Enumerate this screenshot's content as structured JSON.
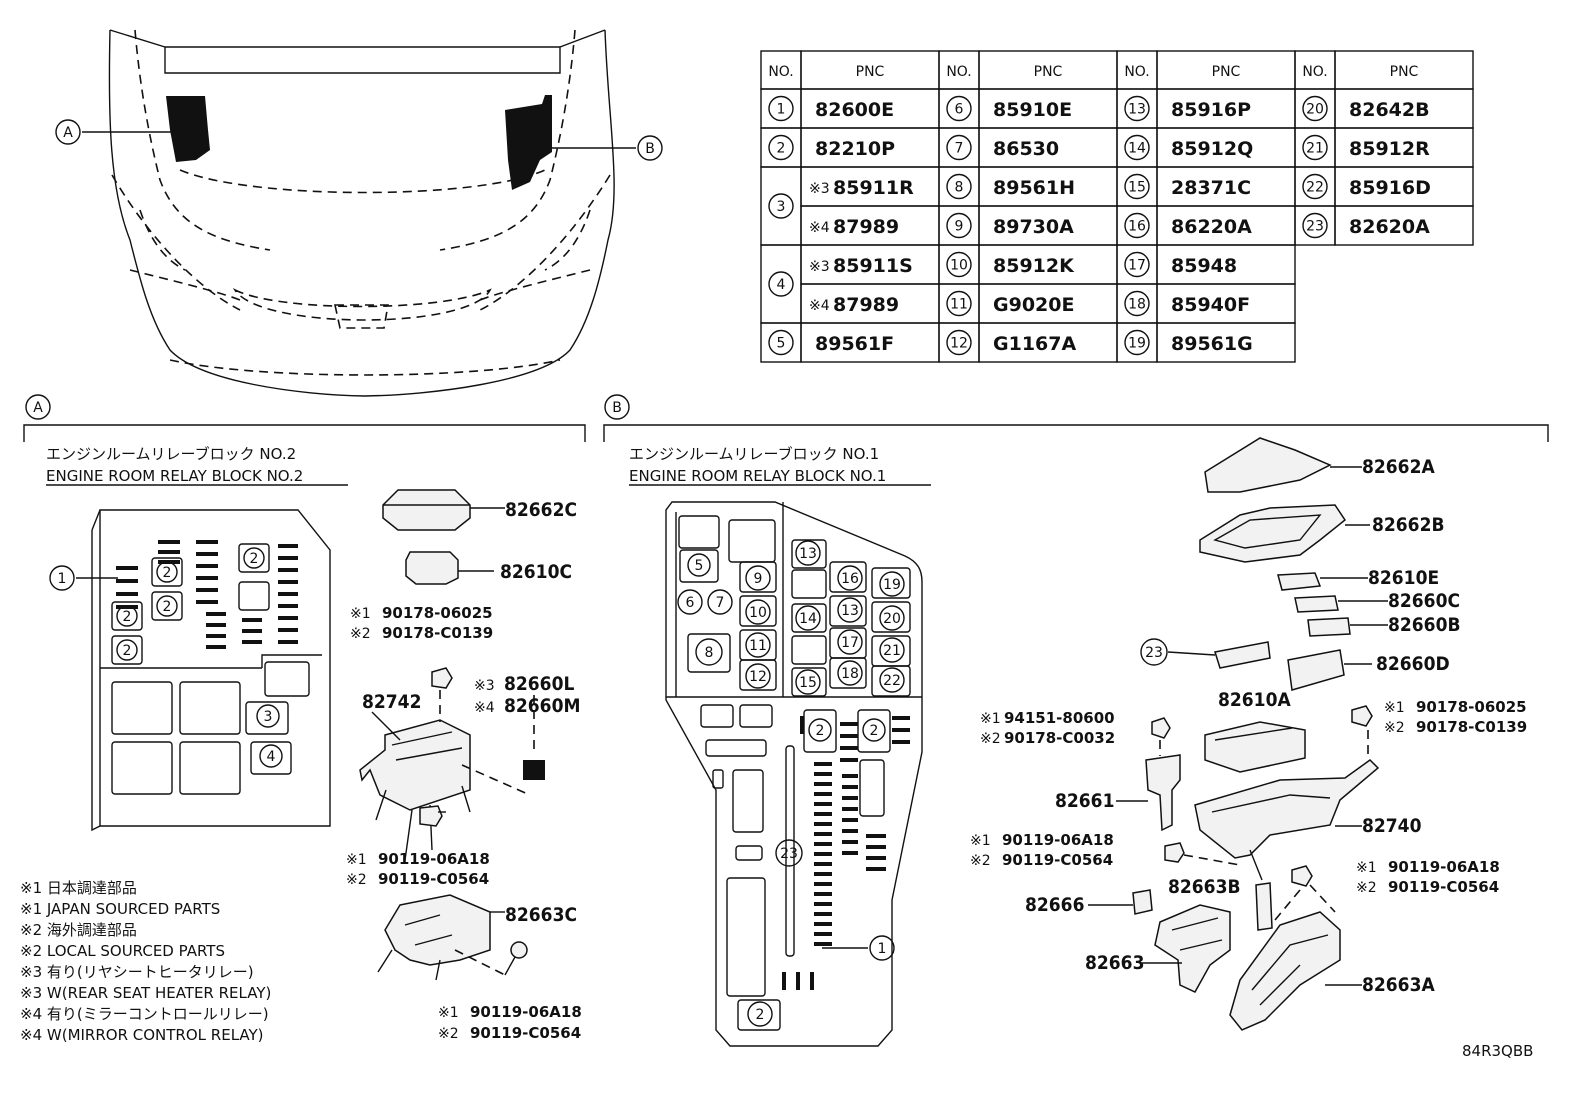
{
  "table": {
    "headers": [
      {
        "no": "NO.",
        "pnc": "PNC"
      },
      {
        "no": "NO.",
        "pnc": "PNC"
      },
      {
        "no": "NO.",
        "pnc": "PNC"
      },
      {
        "no": "NO.",
        "pnc": "PNC"
      }
    ],
    "columns": [
      [
        {
          "no": "1",
          "rows": [
            {
              "note": "",
              "pnc": "82600E"
            }
          ]
        },
        {
          "no": "2",
          "rows": [
            {
              "note": "",
              "pnc": "82210P"
            }
          ]
        },
        {
          "no": "3",
          "rows": [
            {
              "note": "※3",
              "pnc": "85911R"
            },
            {
              "note": "※4",
              "pnc": "87989"
            }
          ]
        },
        {
          "no": "4",
          "rows": [
            {
              "note": "※3",
              "pnc": "85911S"
            },
            {
              "note": "※4",
              "pnc": "87989"
            }
          ]
        },
        {
          "no": "5",
          "rows": [
            {
              "note": "",
              "pnc": "89561F"
            }
          ]
        }
      ],
      [
        {
          "no": "6",
          "pnc": "85910E"
        },
        {
          "no": "7",
          "pnc": "86530"
        },
        {
          "no": "8",
          "pnc": "89561H"
        },
        {
          "no": "9",
          "pnc": "89730A"
        },
        {
          "no": "10",
          "pnc": "85912K"
        },
        {
          "no": "11",
          "pnc": "G9020E"
        },
        {
          "no": "12",
          "pnc": "G1167A"
        }
      ],
      [
        {
          "no": "13",
          "pnc": "85916P"
        },
        {
          "no": "14",
          "pnc": "85912Q"
        },
        {
          "no": "15",
          "pnc": "28371C"
        },
        {
          "no": "16",
          "pnc": "86220A"
        },
        {
          "no": "17",
          "pnc": "85948"
        },
        {
          "no": "18",
          "pnc": "85940F"
        },
        {
          "no": "19",
          "pnc": "89561G"
        }
      ],
      [
        {
          "no": "20",
          "pnc": "82642B"
        },
        {
          "no": "21",
          "pnc": "85912R"
        },
        {
          "no": "22",
          "pnc": "85916D"
        },
        {
          "no": "23",
          "pnc": "82620A"
        }
      ]
    ]
  },
  "car": {
    "callout_a": "A",
    "callout_b": "B"
  },
  "section_a": {
    "letter": "A",
    "title_jp": "エンジンルームリレーブロック NO.2",
    "title_en": "ENGINE ROOM RELAY BLOCK NO.2",
    "block_numbers": [
      "1",
      "2",
      "2",
      "2",
      "2",
      "2",
      "2",
      "3",
      "4"
    ],
    "parts": [
      "82662C",
      "82610C",
      "82742",
      "82663C"
    ],
    "var_82660": [
      {
        "note": "※3",
        "pnc": "82660L"
      },
      {
        "note": "※4",
        "pnc": "82660M"
      }
    ],
    "nut": [
      {
        "note": "※1",
        "pnc": "90178-06025"
      },
      {
        "note": "※2",
        "pnc": "90178-C0139"
      }
    ],
    "bolt1": [
      {
        "note": "※1",
        "pnc": "90119-06A18"
      },
      {
        "note": "※2",
        "pnc": "90119-C0564"
      }
    ],
    "bolt2": [
      {
        "note": "※1",
        "pnc": "90119-06A18"
      },
      {
        "note": "※2",
        "pnc": "90119-C0564"
      }
    ]
  },
  "section_b": {
    "letter": "B",
    "title_jp": "エンジンルームリレーブロック NO.1",
    "title_en": "ENGINE ROOM RELAY BLOCK NO.1",
    "block_numbers": [
      "5",
      "6",
      "7",
      "8",
      "9",
      "10",
      "11",
      "12",
      "13",
      "14",
      "15",
      "16",
      "13",
      "17",
      "18",
      "19",
      "20",
      "21",
      "22",
      "2",
      "2",
      "23",
      "1",
      "2"
    ],
    "parts": [
      "82662A",
      "82662B",
      "82610E",
      "82660C",
      "82660B",
      "82660D",
      "82610A",
      "82661",
      "82740",
      "82666",
      "82663B",
      "82663",
      "82663A"
    ],
    "callout_23": "23",
    "clip": [
      {
        "note": "※1",
        "pnc": "94151-80600"
      },
      {
        "note": "※2",
        "pnc": "90178-C0032"
      }
    ],
    "nut": [
      {
        "note": "※1",
        "pnc": "90178-06025"
      },
      {
        "note": "※2",
        "pnc": "90178-C0139"
      }
    ],
    "bolt1": [
      {
        "note": "※1",
        "pnc": "90119-06A18"
      },
      {
        "note": "※2",
        "pnc": "90119-C0564"
      }
    ],
    "bolt2": [
      {
        "note": "※1",
        "pnc": "90119-06A18"
      },
      {
        "note": "※2",
        "pnc": "90119-C0564"
      }
    ]
  },
  "legend": [
    "※1 日本調達部品",
    "※1 JAPAN SOURCED PARTS",
    "※2 海外調達部品",
    "※2 LOCAL SOURCED PARTS",
    "※3 有り(リヤシートヒータリレー)",
    "※3 W(REAR SEAT HEATER RELAY)",
    "※4 有り(ミラーコントロールリレー)",
    "※4 W(MIRROR CONTROL RELAY)"
  ],
  "footer_code": "84R3QBB"
}
